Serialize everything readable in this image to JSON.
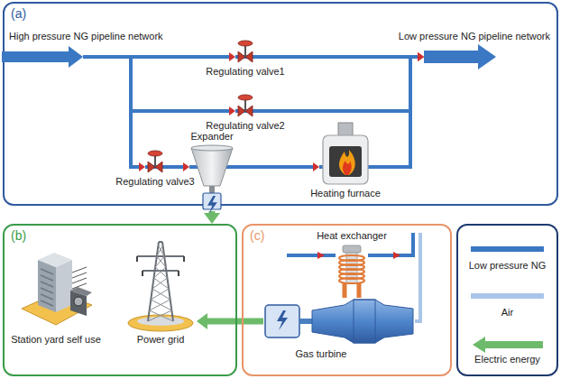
{
  "diagram": {
    "nodes": [
      {
        "text": [
          "(a)"
        ]
      },
      {
        "text": [
          "High pressure NG pipeline network"
        ],
        "in": 0
      },
      {
        "text": [
          "Regulating valve1"
        ],
        "in": 0
      },
      {
        "text": [
          "Low pressure NG pipeline network"
        ],
        "in": 0
      },
      {
        "text": [
          "Regulating valve2"
        ],
        "in": 0
      },
      {
        "text": [
          "Expander"
        ],
        "in": 0
      },
      {
        "text": [
          "Regulating valve3"
        ],
        "in": 0
      },
      {
        "text": [
          "Heating furnace"
        ],
        "in": 0
      },
      {
        "text": [
          "(b)"
        ]
      },
      {
        "text": [
          "Station yard self use"
        ],
        "in": 8
      },
      {
        "text": [
          "Power grid"
        ],
        "in": 8
      },
      {
        "text": [
          "(c)"
        ]
      },
      {
        "text": [
          "Heat exchanger"
        ],
        "in": 11
      },
      {
        "text": [
          "Gas turbine"
        ],
        "in": 11
      }
    ],
    "edges": [
      {
        "from": 1,
        "to": 2,
        "arrow": "to"
      },
      {
        "from": 2,
        "to": 3,
        "arrow": "to"
      },
      {
        "from": 1,
        "to": 4,
        "arrow": "to"
      },
      {
        "from": 4,
        "to": 3,
        "arrow": "to"
      },
      {
        "from": 1,
        "to": 6,
        "arrow": "to"
      },
      {
        "from": 6,
        "to": 5,
        "arrow": "to"
      },
      {
        "from": 5,
        "to": 7,
        "arrow": "to"
      },
      {
        "from": 7,
        "to": 3,
        "arrow": "to"
      },
      {
        "from": 5,
        "to": 8,
        "arrow": "to"
      },
      {
        "from": 13,
        "to": 10,
        "arrow": "to"
      },
      {
        "from": 12,
        "to": 13,
        "arrow": "none"
      }
    ],
    "legend": [
      {
        "text": "Low pressure NG",
        "color": "#3b78c3"
      },
      {
        "text": "Air",
        "color": "#a9c6e8"
      },
      {
        "text": "Electric energy",
        "color": "#6dbb6a"
      }
    ]
  }
}
